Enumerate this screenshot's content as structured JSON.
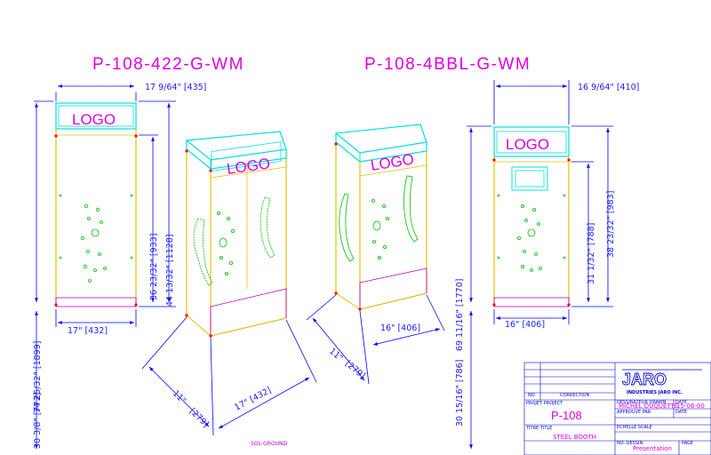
{
  "drawing": {
    "model_left": "P-108-422-G-WM",
    "model_right": "P-108-4BBL-G-WM",
    "logo": "LOGO",
    "ground_label": "SOL-GROUND"
  },
  "dimensions": {
    "left_width_top": "17 9/64\" [435]",
    "left_total_height": "74 25/32\" [1899]",
    "left_inner_height": "44 13/32\" [1128]",
    "left_mid_height": "36 23/32\" [933]",
    "left_base": "30 3/8\" [772]",
    "left_width_bottom": "17\" [432]",
    "iso_left_depth": "11\"",
    "iso_left_depth_mm": "[279]",
    "iso_left_width": "17\" [432]",
    "iso_right_width": "16\" [406]",
    "iso_right_depth": "11\"",
    "iso_right_depth_mm": "[279]",
    "right_width_top": "16 9/64\" [410]",
    "right_total_height": "69 11/16\" [1770]",
    "right_inner_height": "38 23/32\" [983]",
    "right_mid_height": "31 1/32\" [788]",
    "right_base": "30 15/16\" [786]",
    "right_width_bottom": "16\" [406]"
  },
  "title_block": {
    "col_no": "NO",
    "col_correction": "CORRECTION",
    "company": "JARO",
    "company_full": "INDUSTRIES JARO INC.",
    "project_label": "PROJET\nPROJECT",
    "project": "P-108",
    "title_label": "TITRE\nTITLE",
    "title": "STEEL BOOTH",
    "drawn_label": "DESSINATEUR\nDRAWN",
    "drawn_by": "MICHEL DUQUETTE",
    "date_label": "DATE",
    "date": "15-06-00",
    "approval_label": "APPROUVE PAR",
    "date2_label": "DATE",
    "scale_label": "ECHELLE\nSCALE",
    "drawing_no_label": "NO. DESSIN",
    "drawing_no": "Presentation",
    "page_label": "PAGE"
  }
}
